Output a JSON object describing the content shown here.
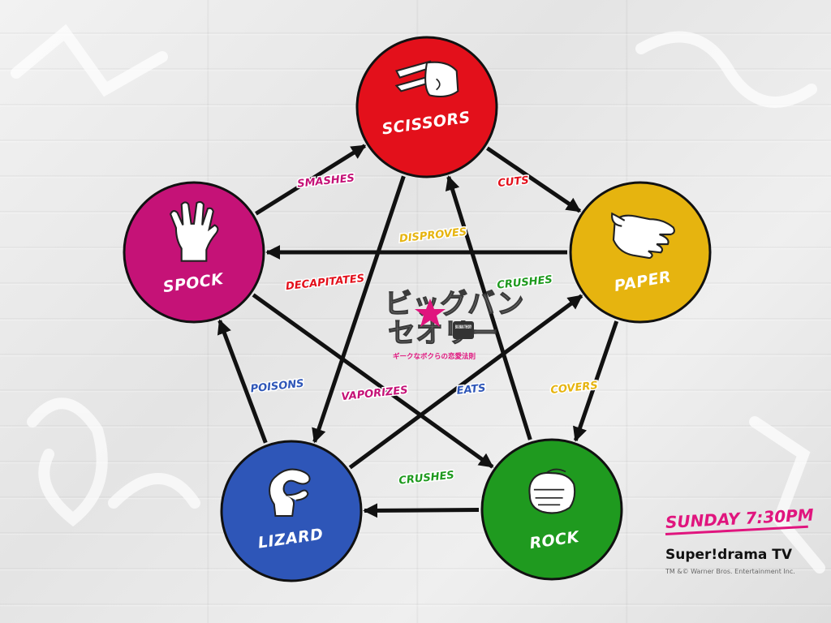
{
  "nodes": [
    {
      "id": "scissors",
      "label": "SCISSORS",
      "color": "#e3101b",
      "icon": "scissors-hand-icon"
    },
    {
      "id": "paper",
      "label": "PAPER",
      "color": "#e6b40f",
      "icon": "paper-hand-icon"
    },
    {
      "id": "rock",
      "label": "ROCK",
      "color": "#1f9a1f",
      "icon": "rock-fist-icon"
    },
    {
      "id": "lizard",
      "label": "LIZARD",
      "color": "#2e56b8",
      "icon": "lizard-hand-icon"
    },
    {
      "id": "spock",
      "label": "SPOCK",
      "color": "#c51277",
      "icon": "spock-hand-icon"
    }
  ],
  "edges": [
    {
      "from": "scissors",
      "to": "paper",
      "label": "CUTS",
      "label_color": "#e3101b"
    },
    {
      "from": "paper",
      "to": "rock",
      "label": "COVERS",
      "label_color": "#e6b40f"
    },
    {
      "from": "rock",
      "to": "lizard",
      "label": "CRUSHES",
      "label_color": "#1f9a1f"
    },
    {
      "from": "lizard",
      "to": "spock",
      "label": "POISONS",
      "label_color": "#2e56b8"
    },
    {
      "from": "spock",
      "to": "scissors",
      "label": "SMASHES",
      "label_color": "#c51277"
    },
    {
      "from": "scissors",
      "to": "lizard",
      "label": "DECAPITATES",
      "label_color": "#e3101b"
    },
    {
      "from": "lizard",
      "to": "paper",
      "label": "EATS",
      "label_color": "#2e56b8"
    },
    {
      "from": "paper",
      "to": "spock",
      "label": "DISPROVES",
      "label_color": "#e6b40f"
    },
    {
      "from": "spock",
      "to": "rock",
      "label": "VAPORIZES",
      "label_color": "#c51277"
    },
    {
      "from": "rock",
      "to": "scissors",
      "label": "CRUSHES",
      "label_color": "#1f9a1f"
    }
  ],
  "logo": {
    "line1": "ビッグバン",
    "line2": "セオリー",
    "badge": "BIG BANG THEORY",
    "subtitle": "ギークなボクらの恋愛法則",
    "star_color": "#e0157e"
  },
  "promo": {
    "time": "SUNDAY 7:30PM",
    "channel": "Super!drama TV",
    "copyright": "TM &© Warner Bros. Entertainment Inc.",
    "accent_color": "#e0157e"
  }
}
